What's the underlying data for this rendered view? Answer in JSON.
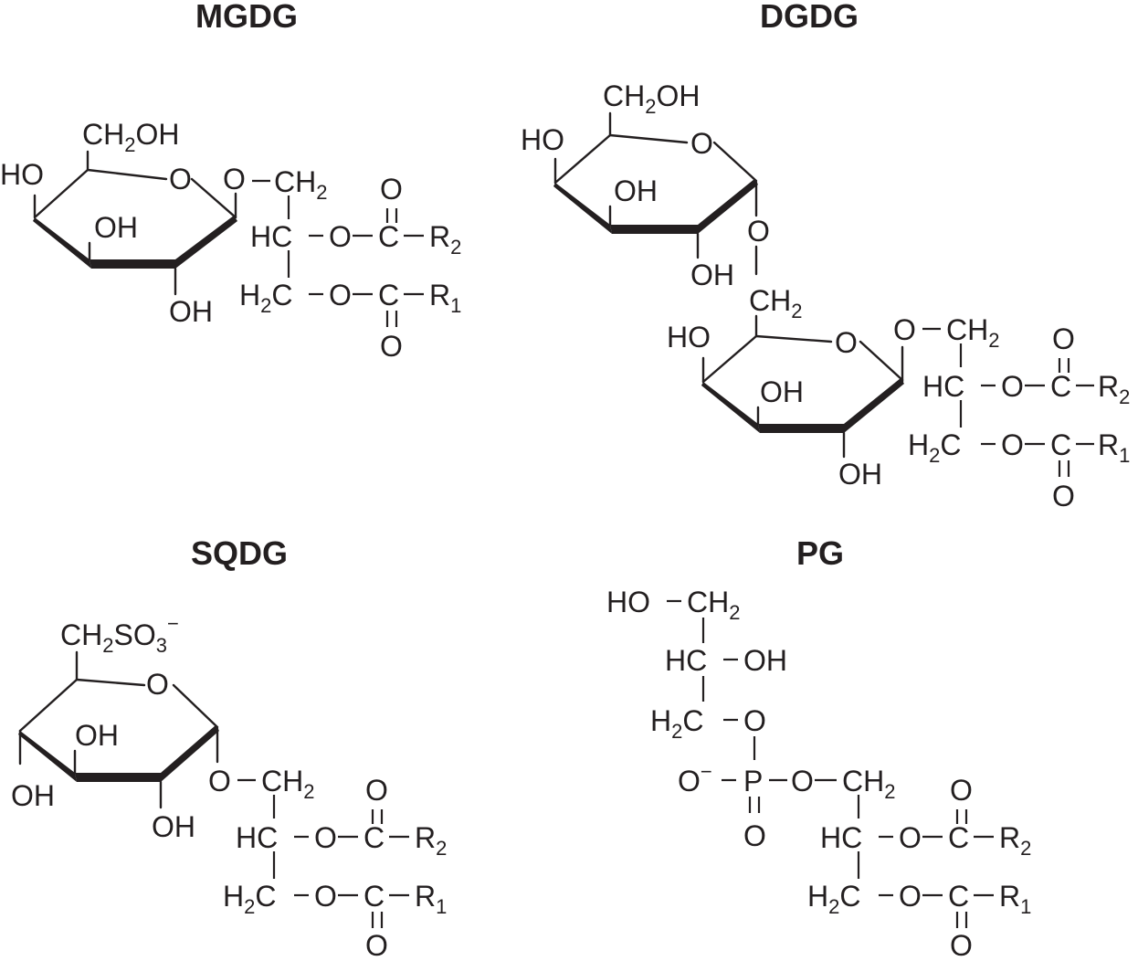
{
  "structures": [
    {
      "id": "mgdg",
      "title": "MGDG"
    },
    {
      "id": "dgdg",
      "title": "DGDG"
    },
    {
      "id": "sqdg",
      "title": "SQDG"
    },
    {
      "id": "pg",
      "title": "PG"
    }
  ],
  "atoms": {
    "ch2oh": "CH",
    "ch2_sub": "2",
    "oh_tail": "OH",
    "ho": "HO",
    "oh": "OH",
    "o": "O",
    "ch2": "CH",
    "hc": "HC",
    "h": "H",
    "c": "C",
    "r": "R",
    "sub1": "1",
    "sub2": "2",
    "ch2so3": "CH",
    "so3": "SO",
    "sub3": "3",
    "minus": "−",
    "p": "P"
  }
}
